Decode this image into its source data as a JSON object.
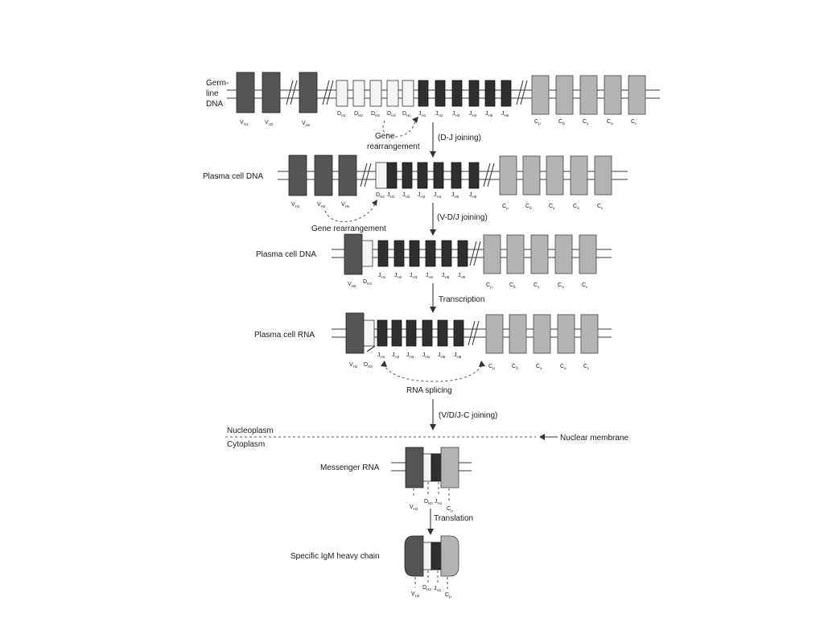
{
  "rows": {
    "germline": {
      "label_lines": [
        "Germ-",
        "line",
        "DNA"
      ],
      "v_labels": [
        [
          "V",
          "H1"
        ],
        [
          "V",
          "H2"
        ],
        [
          "V",
          "Hn"
        ]
      ],
      "d_labels": [
        [
          "D",
          "H1"
        ],
        [
          "D",
          "H2"
        ],
        [
          "D",
          "H3"
        ],
        [
          "D",
          "H4"
        ],
        [
          "D",
          "Hn"
        ]
      ],
      "j_labels": [
        [
          "J",
          "H1"
        ],
        [
          "J",
          "H2"
        ],
        [
          "J",
          "H3"
        ],
        [
          "J",
          "H4"
        ],
        [
          "J",
          "H5"
        ],
        [
          "J",
          "H6"
        ]
      ],
      "c_labels": [
        [
          "C",
          "μ"
        ],
        [
          "C",
          "δ"
        ],
        [
          "C",
          "γ"
        ],
        [
          "C",
          "α"
        ],
        [
          "C",
          "ε"
        ]
      ]
    },
    "plasma_dna_1": {
      "label": "Plasma cell DNA",
      "v_labels": [
        [
          "V",
          "H1"
        ],
        [
          "V",
          "H2"
        ],
        [
          "V",
          "Hn"
        ]
      ],
      "dj_labels": [
        [
          "D",
          "H3"
        ],
        [
          "J",
          "H1"
        ],
        [
          "J",
          "H2"
        ],
        [
          "J",
          "H3"
        ],
        [
          "J",
          "H4"
        ],
        [
          "J",
          "H5"
        ],
        [
          "J",
          "H6"
        ]
      ],
      "c_labels": [
        [
          "C",
          "μ"
        ],
        [
          "C",
          "δ"
        ],
        [
          "C",
          "γ"
        ],
        [
          "C",
          "α"
        ],
        [
          "C",
          "ε"
        ]
      ]
    },
    "plasma_dna_2": {
      "label": "Plasma cell DNA",
      "vd_labels": [
        [
          "V",
          "H2"
        ],
        [
          "D",
          "H3"
        ]
      ],
      "j_labels": [
        [
          "J",
          "H1"
        ],
        [
          "J",
          "H2"
        ],
        [
          "J",
          "H3"
        ],
        [
          "J",
          "H4"
        ],
        [
          "J",
          "H5"
        ],
        [
          "J",
          "H6"
        ]
      ],
      "c_labels": [
        [
          "C",
          "μ"
        ],
        [
          "C",
          "δ"
        ],
        [
          "C",
          "γ"
        ],
        [
          "C",
          "α"
        ],
        [
          "C",
          "ε"
        ]
      ]
    },
    "plasma_rna": {
      "label": "Plasma cell RNA",
      "vd_labels": [
        [
          "V",
          "H2"
        ],
        [
          "D",
          "H3"
        ]
      ],
      "j_labels": [
        [
          "J",
          "H1"
        ],
        [
          "J",
          "H2"
        ],
        [
          "J",
          "H3"
        ],
        [
          "J",
          "H4"
        ],
        [
          "J",
          "H5"
        ],
        [
          "J",
          "H6"
        ]
      ],
      "c_labels": [
        [
          "C",
          "μ"
        ],
        [
          "C",
          "δ"
        ],
        [
          "C",
          "γ"
        ],
        [
          "C",
          "α"
        ],
        [
          "C",
          "ε"
        ]
      ]
    },
    "mrna": {
      "label": "Messenger RNA",
      "labels": [
        [
          "V",
          "H2"
        ],
        [
          "D",
          "H3"
        ],
        [
          "J",
          "H1"
        ],
        [
          "C",
          "μ"
        ]
      ]
    },
    "protein": {
      "label": "Specific IgM heavy chain",
      "labels": [
        [
          "V",
          "H2"
        ],
        [
          "D",
          "H3"
        ],
        [
          "J",
          "H1"
        ],
        [
          "C",
          "μ"
        ]
      ]
    }
  },
  "steps": {
    "gene_rearrangement_1_lines": [
      "Gene",
      "rearrangement"
    ],
    "dj_joining": "(D-J joining)",
    "vdj_joining": "(V-D/J joining)",
    "gene_rearrangement_2": "Gene rearrangement",
    "transcription": "Transcription",
    "rna_splicing": "RNA splicing",
    "vdjc_joining": "(V/D/J-C joining)",
    "translation": "Translation"
  },
  "membrane": {
    "nucleoplasm": "Nucleoplasm",
    "cytoplasm": "Cytoplasm",
    "nuclear_membrane": "Nuclear membrane"
  }
}
